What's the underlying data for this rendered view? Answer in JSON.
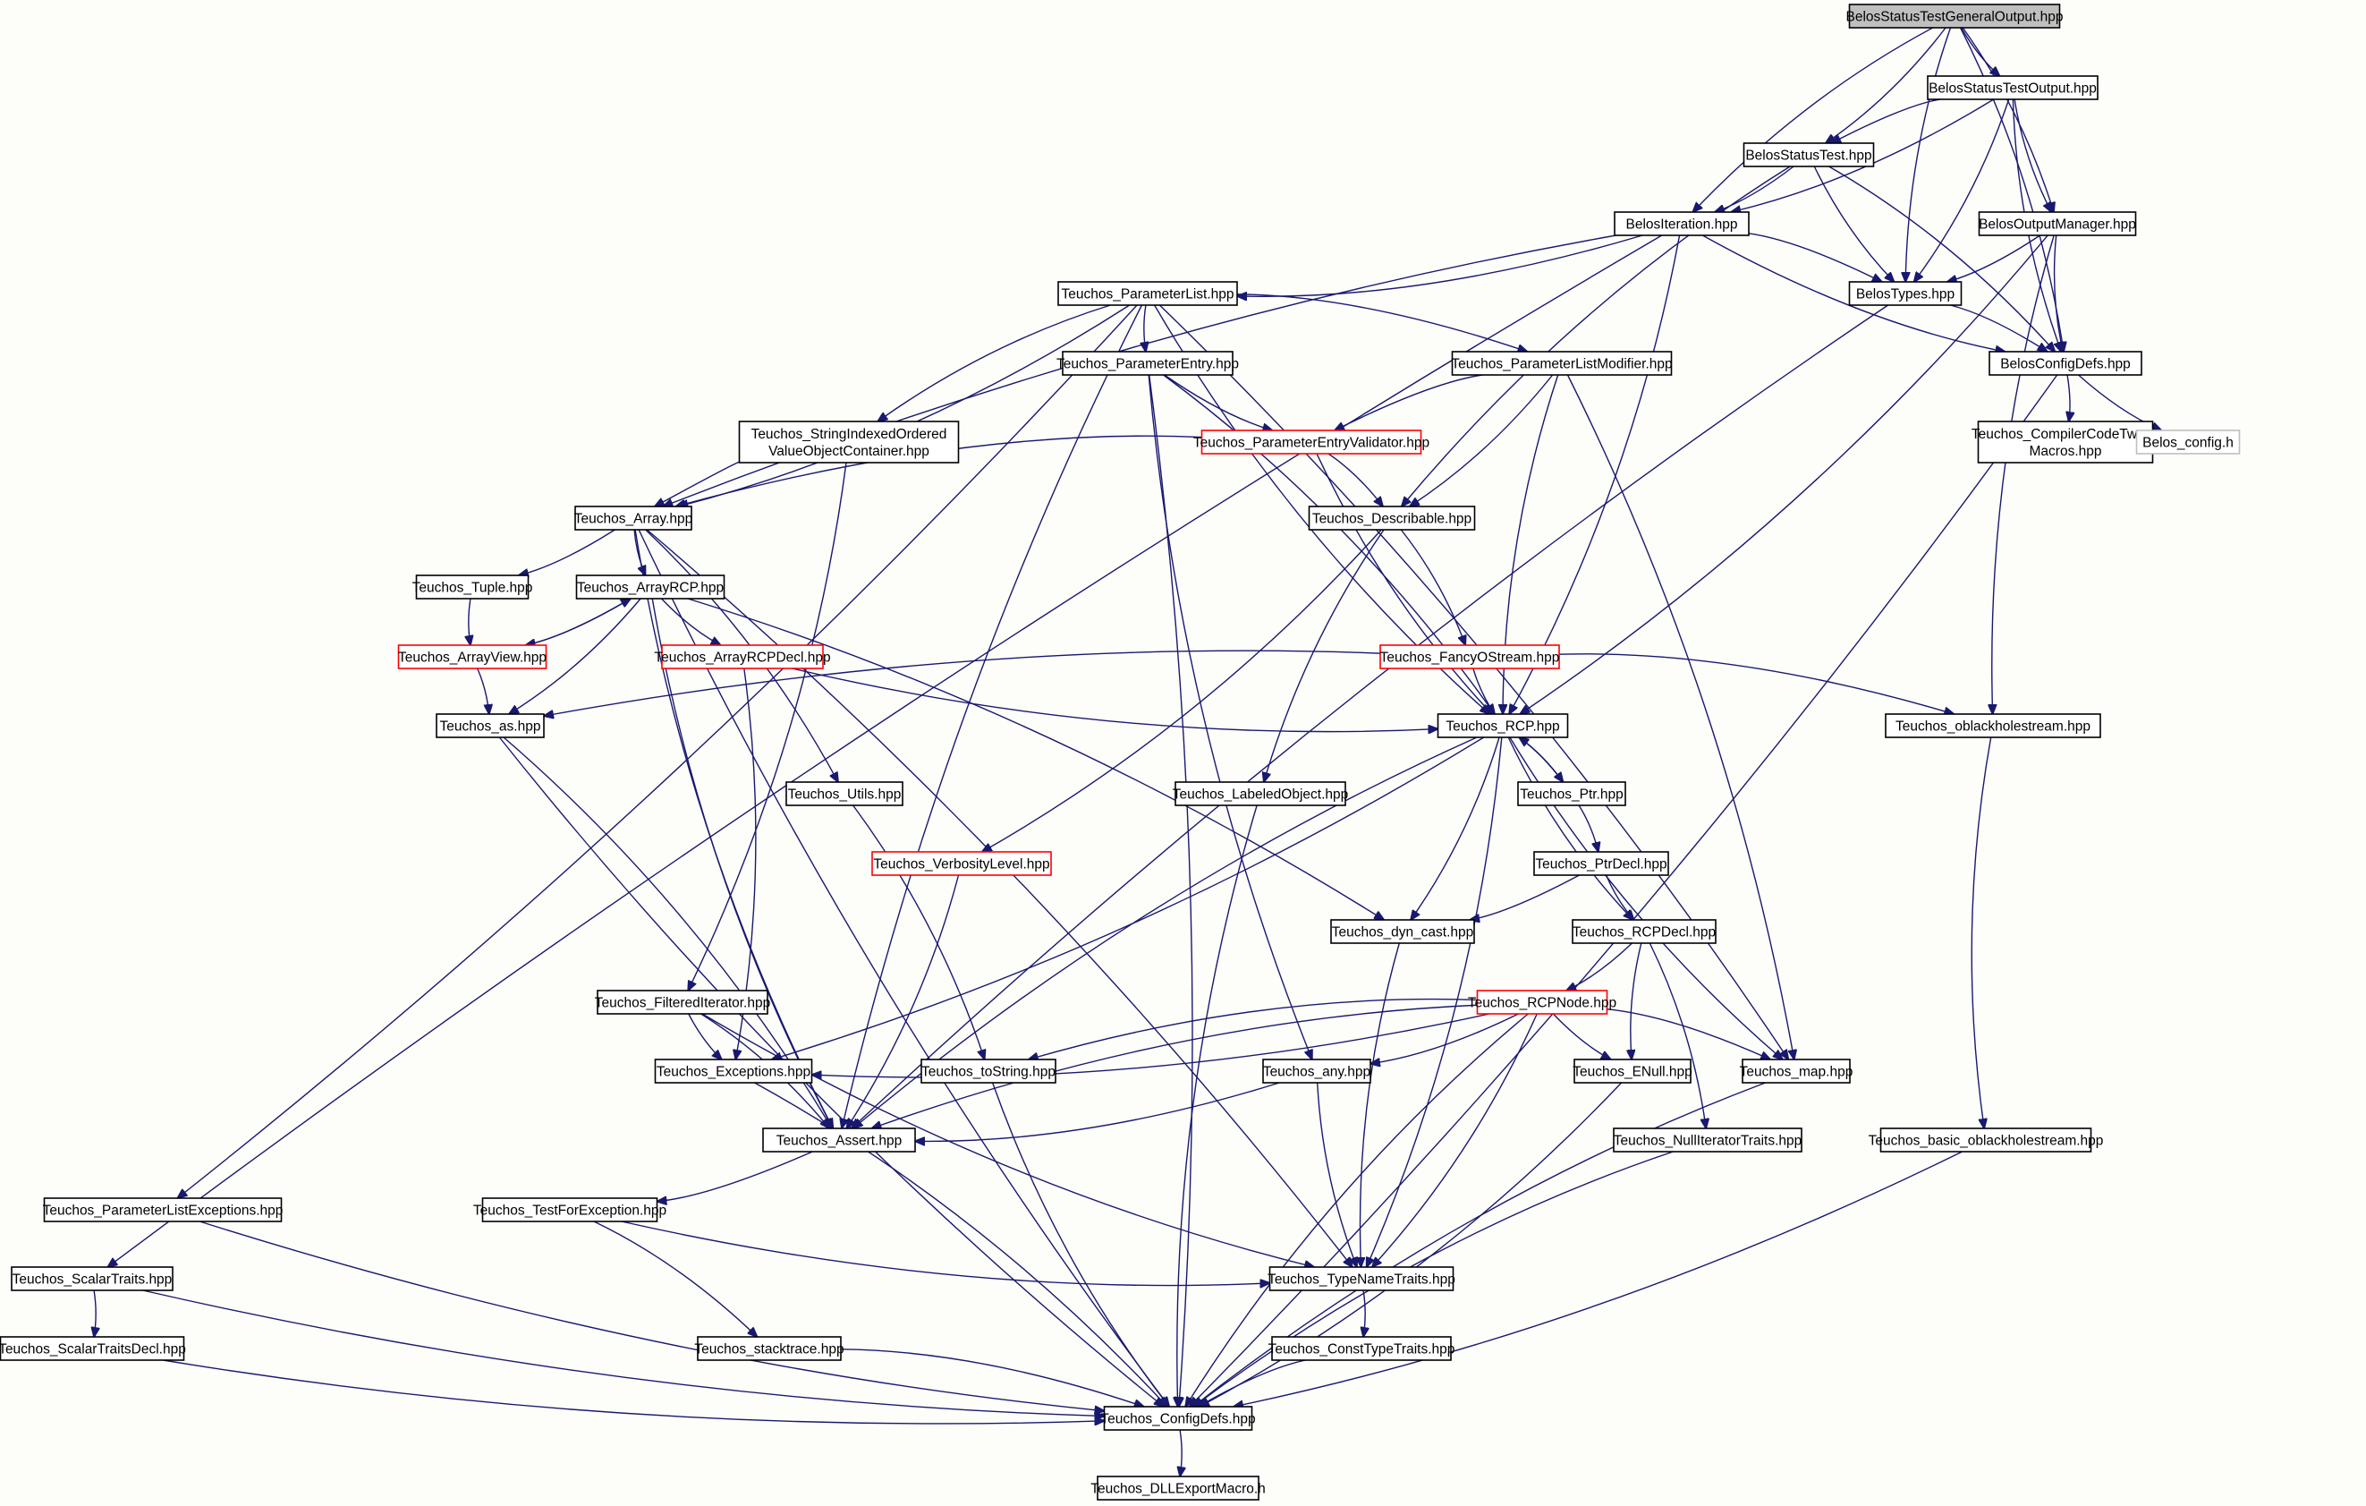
{
  "colors": {
    "background": "#fdfdfa",
    "edge": "#191970",
    "node_border": "#000000",
    "incomplete_border": "#ff0000",
    "external_border": "#bfbfbf",
    "root_fill": "#bfbfbf"
  },
  "nodes": [
    {
      "id": "root",
      "lines": [
        "BelosStatusTestGeneralOutput.hpp"
      ],
      "style": "root"
    },
    {
      "id": "sto",
      "lines": [
        "BelosStatusTestOutput.hpp"
      ]
    },
    {
      "id": "st",
      "lines": [
        "BelosStatusTest.hpp"
      ]
    },
    {
      "id": "iter",
      "lines": [
        "BelosIteration.hpp"
      ]
    },
    {
      "id": "om",
      "lines": [
        "BelosOutputManager.hpp"
      ]
    },
    {
      "id": "types",
      "lines": [
        "BelosTypes.hpp"
      ]
    },
    {
      "id": "bcfg",
      "lines": [
        "BelosConfigDefs.hpp"
      ]
    },
    {
      "id": "cctm",
      "lines": [
        "Teuchos_CompilerCodeTweak",
        "Macros.hpp"
      ]
    },
    {
      "id": "bconfh",
      "lines": [
        "Belos_config.h"
      ],
      "style": "gray"
    },
    {
      "id": "pl",
      "lines": [
        "Teuchos_ParameterList.hpp"
      ]
    },
    {
      "id": "pe",
      "lines": [
        "Teuchos_ParameterEntry.hpp"
      ]
    },
    {
      "id": "plm",
      "lines": [
        "Teuchos_ParameterListModifier.hpp"
      ]
    },
    {
      "id": "sio",
      "lines": [
        "Teuchos_StringIndexedOrdered",
        "ValueObjectContainer.hpp"
      ]
    },
    {
      "id": "pev",
      "lines": [
        "Teuchos_ParameterEntryValidator.hpp"
      ],
      "style": "red"
    },
    {
      "id": "array",
      "lines": [
        "Teuchos_Array.hpp"
      ]
    },
    {
      "id": "desc",
      "lines": [
        "Teuchos_Describable.hpp"
      ]
    },
    {
      "id": "tuple",
      "lines": [
        "Teuchos_Tuple.hpp"
      ]
    },
    {
      "id": "arcp",
      "lines": [
        "Teuchos_ArrayRCP.hpp"
      ]
    },
    {
      "id": "av",
      "lines": [
        "Teuchos_ArrayView.hpp"
      ],
      "style": "red"
    },
    {
      "id": "arcpd",
      "lines": [
        "Teuchos_ArrayRCPDecl.hpp"
      ],
      "style": "red"
    },
    {
      "id": "fos",
      "lines": [
        "Teuchos_FancyOStream.hpp"
      ],
      "style": "red"
    },
    {
      "id": "as",
      "lines": [
        "Teuchos_as.hpp"
      ]
    },
    {
      "id": "rcp",
      "lines": [
        "Teuchos_RCP.hpp"
      ]
    },
    {
      "id": "obh",
      "lines": [
        "Teuchos_oblackholestream.hpp"
      ]
    },
    {
      "id": "utils",
      "lines": [
        "Teuchos_Utils.hpp"
      ]
    },
    {
      "id": "lo",
      "lines": [
        "Teuchos_LabeledObject.hpp"
      ]
    },
    {
      "id": "ptr",
      "lines": [
        "Teuchos_Ptr.hpp"
      ]
    },
    {
      "id": "vl",
      "lines": [
        "Teuchos_VerbosityLevel.hpp"
      ],
      "style": "red"
    },
    {
      "id": "ptrd",
      "lines": [
        "Teuchos_PtrDecl.hpp"
      ]
    },
    {
      "id": "dc",
      "lines": [
        "Teuchos_dyn_cast.hpp"
      ]
    },
    {
      "id": "rcpd",
      "lines": [
        "Teuchos_RCPDecl.hpp"
      ]
    },
    {
      "id": "fi",
      "lines": [
        "Teuchos_FilteredIterator.hpp"
      ]
    },
    {
      "id": "rcpn",
      "lines": [
        "Teuchos_RCPNode.hpp"
      ],
      "style": "red"
    },
    {
      "id": "exc",
      "lines": [
        "Teuchos_Exceptions.hpp"
      ]
    },
    {
      "id": "tostr",
      "lines": [
        "Teuchos_toString.hpp"
      ]
    },
    {
      "id": "any",
      "lines": [
        "Teuchos_any.hpp"
      ]
    },
    {
      "id": "enull",
      "lines": [
        "Teuchos_ENull.hpp"
      ]
    },
    {
      "id": "map",
      "lines": [
        "Teuchos_map.hpp"
      ]
    },
    {
      "id": "assert",
      "lines": [
        "Teuchos_Assert.hpp"
      ]
    },
    {
      "id": "nit",
      "lines": [
        "Teuchos_NullIteratorTraits.hpp"
      ]
    },
    {
      "id": "bob",
      "lines": [
        "Teuchos_basic_oblackholestream.hpp"
      ]
    },
    {
      "id": "ple",
      "lines": [
        "Teuchos_ParameterListExceptions.hpp"
      ]
    },
    {
      "id": "tfe",
      "lines": [
        "Teuchos_TestForException.hpp"
      ]
    },
    {
      "id": "st2",
      "lines": [
        "Teuchos_ScalarTraits.hpp"
      ]
    },
    {
      "id": "tnt",
      "lines": [
        "Teuchos_TypeNameTraits.hpp"
      ]
    },
    {
      "id": "std",
      "lines": [
        "Teuchos_ScalarTraitsDecl.hpp"
      ]
    },
    {
      "id": "stack",
      "lines": [
        "Teuchos_stacktrace.hpp"
      ]
    },
    {
      "id": "ctt",
      "lines": [
        "Teuchos_ConstTypeTraits.hpp"
      ]
    },
    {
      "id": "tcfg",
      "lines": [
        "Teuchos_ConfigDefs.hpp"
      ]
    },
    {
      "id": "dll",
      "lines": [
        "Teuchos_DLLExportMacro.h"
      ]
    }
  ],
  "edges": [
    [
      "root",
      "sto"
    ],
    [
      "root",
      "st"
    ],
    [
      "root",
      "iter"
    ],
    [
      "root",
      "om"
    ],
    [
      "root",
      "types"
    ],
    [
      "root",
      "bcfg"
    ],
    [
      "sto",
      "st"
    ],
    [
      "sto",
      "iter"
    ],
    [
      "sto",
      "om"
    ],
    [
      "sto",
      "types"
    ],
    [
      "sto",
      "bcfg"
    ],
    [
      "st",
      "iter"
    ],
    [
      "st",
      "types"
    ],
    [
      "st",
      "bcfg"
    ],
    [
      "st",
      "desc"
    ],
    [
      "iter",
      "types"
    ],
    [
      "iter",
      "bcfg"
    ],
    [
      "iter",
      "pl"
    ],
    [
      "iter",
      "array"
    ],
    [
      "iter",
      "rcp"
    ],
    [
      "iter",
      "st2"
    ],
    [
      "om",
      "types"
    ],
    [
      "om",
      "bcfg"
    ],
    [
      "om",
      "rcp"
    ],
    [
      "om",
      "obh"
    ],
    [
      "types",
      "bcfg"
    ],
    [
      "types",
      "assert"
    ],
    [
      "bcfg",
      "cctm"
    ],
    [
      "bcfg",
      "bconfh"
    ],
    [
      "bcfg",
      "tcfg"
    ],
    [
      "pl",
      "pe"
    ],
    [
      "pl",
      "plm"
    ],
    [
      "pl",
      "sio"
    ],
    [
      "pl",
      "array"
    ],
    [
      "pl",
      "rcp"
    ],
    [
      "pl",
      "map"
    ],
    [
      "pl",
      "assert"
    ],
    [
      "pl",
      "ple"
    ],
    [
      "pe",
      "pev"
    ],
    [
      "pe",
      "rcp"
    ],
    [
      "pe",
      "any"
    ],
    [
      "pe",
      "tcfg"
    ],
    [
      "plm",
      "pev"
    ],
    [
      "plm",
      "desc"
    ],
    [
      "plm",
      "rcp"
    ],
    [
      "plm",
      "map"
    ],
    [
      "sio",
      "array"
    ],
    [
      "sio",
      "fi"
    ],
    [
      "pev",
      "array"
    ],
    [
      "pev",
      "desc"
    ],
    [
      "pev",
      "rcp"
    ],
    [
      "array",
      "tuple"
    ],
    [
      "array",
      "arcp"
    ],
    [
      "array",
      "utils"
    ],
    [
      "array",
      "assert"
    ],
    [
      "array",
      "tnt"
    ],
    [
      "array",
      "tcfg"
    ],
    [
      "desc",
      "fos"
    ],
    [
      "desc",
      "lo"
    ],
    [
      "desc",
      "vl"
    ],
    [
      "tuple",
      "av"
    ],
    [
      "arcp",
      "av"
    ],
    [
      "arcp",
      "arcpd"
    ],
    [
      "arcp",
      "as"
    ],
    [
      "arcp",
      "assert"
    ],
    [
      "arcp",
      "dc"
    ],
    [
      "av",
      "arcp"
    ],
    [
      "av",
      "as"
    ],
    [
      "arcpd",
      "rcp"
    ],
    [
      "arcpd",
      "exc"
    ],
    [
      "fos",
      "rcp"
    ],
    [
      "fos",
      "obh"
    ],
    [
      "fos",
      "as"
    ],
    [
      "as",
      "assert"
    ],
    [
      "as",
      "tcfg"
    ],
    [
      "rcp",
      "ptr"
    ],
    [
      "rcp",
      "rcpd"
    ],
    [
      "rcp",
      "dc"
    ],
    [
      "rcp",
      "map"
    ],
    [
      "rcp",
      "exc"
    ],
    [
      "rcp",
      "assert"
    ],
    [
      "rcp",
      "tnt"
    ],
    [
      "ptr",
      "rcp"
    ],
    [
      "ptr",
      "ptrd"
    ],
    [
      "ptrd",
      "rcpd"
    ],
    [
      "ptrd",
      "dc"
    ],
    [
      "obh",
      "bob"
    ],
    [
      "utils",
      "tostr"
    ],
    [
      "lo",
      "tcfg"
    ],
    [
      "vl",
      "assert"
    ],
    [
      "dc",
      "tnt"
    ],
    [
      "rcpd",
      "rcpn"
    ],
    [
      "rcpd",
      "enull"
    ],
    [
      "rcpd",
      "nit"
    ],
    [
      "fi",
      "exc"
    ],
    [
      "fi",
      "assert"
    ],
    [
      "fi",
      "tnt"
    ],
    [
      "rcpn",
      "exc"
    ],
    [
      "rcpn",
      "tostr"
    ],
    [
      "rcpn",
      "any"
    ],
    [
      "rcpn",
      "enull"
    ],
    [
      "rcpn",
      "map"
    ],
    [
      "rcpn",
      "assert"
    ],
    [
      "rcpn",
      "tnt"
    ],
    [
      "rcpn",
      "tcfg"
    ],
    [
      "exc",
      "tcfg"
    ],
    [
      "tostr",
      "tcfg"
    ],
    [
      "any",
      "assert"
    ],
    [
      "any",
      "tnt"
    ],
    [
      "enull",
      "tcfg"
    ],
    [
      "map",
      "tcfg"
    ],
    [
      "assert",
      "tfe"
    ],
    [
      "nit",
      "tcfg"
    ],
    [
      "bob",
      "tcfg"
    ],
    [
      "ple",
      "tcfg"
    ],
    [
      "tfe",
      "stack"
    ],
    [
      "tfe",
      "tnt"
    ],
    [
      "st2",
      "std"
    ],
    [
      "st2",
      "tcfg"
    ],
    [
      "tnt",
      "ctt"
    ],
    [
      "std",
      "tcfg"
    ],
    [
      "stack",
      "tcfg"
    ],
    [
      "ctt",
      "tcfg"
    ],
    [
      "tcfg",
      "dll"
    ]
  ]
}
